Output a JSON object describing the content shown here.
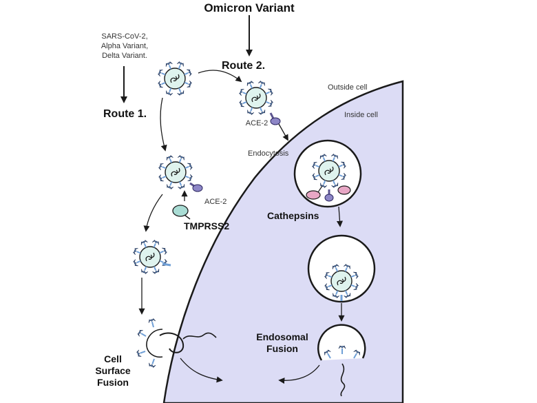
{
  "title": "Omicron Variant",
  "variants_line1": "SARS-CoV-2,",
  "variants_line2": "Alpha Variant,",
  "variants_line3": "Delta Variant.",
  "route1": "Route 1.",
  "route2": "Route 2.",
  "outside_cell": "Outside cell",
  "inside_cell": "Inside cell",
  "ace2_top": "ACE-2",
  "ace2_mid": "ACE-2",
  "endocytosis": "Endocytosis",
  "cathepsins": "Cathepsins",
  "tmprss2": "TMPRSS2",
  "endosomal_line1": "Endosomal",
  "endosomal_line2": "Fusion",
  "cell_surface_line1": "Cell",
  "cell_surface_line2": "Surface",
  "cell_surface_line3": "Fusion",
  "colors": {
    "cell_fill": "#dcdcf5",
    "cell_stroke": "#1a1a1a",
    "virus_fill": "#dff3ee",
    "spike": "#6f9fd6",
    "receptor": "#8d86c6",
    "tmprss2": "#a9dcd4",
    "cathepsin": "#e8a7c5"
  }
}
